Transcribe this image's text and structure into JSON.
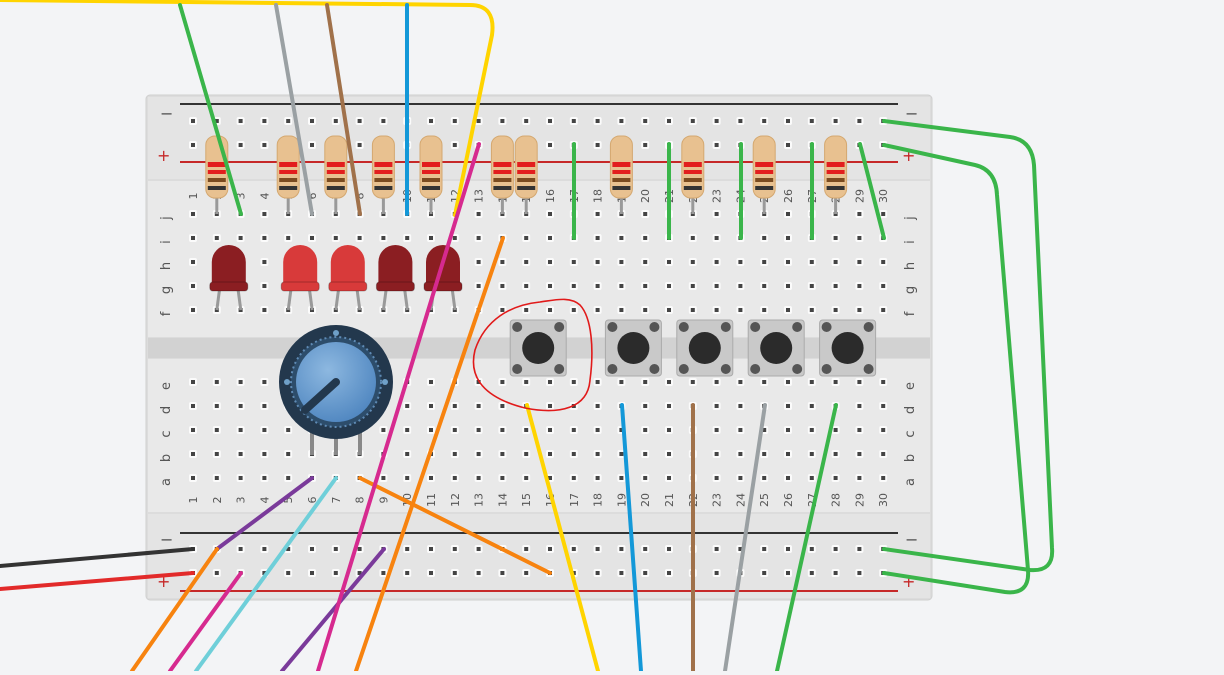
{
  "breadboard": {
    "rail_minus": "−",
    "rail_plus": "+",
    "row_labels_top": [
      "j",
      "i",
      "h",
      "g",
      "f"
    ],
    "row_labels_bottom": [
      "e",
      "d",
      "c",
      "b",
      "a"
    ],
    "column_numbers": [
      "1",
      "2",
      "3",
      "4",
      "5",
      "6",
      "7",
      "8",
      "9",
      "10",
      "11",
      "12",
      "13",
      "14",
      "15",
      "16",
      "17",
      "18",
      "19",
      "20",
      "21",
      "22",
      "23",
      "24",
      "25",
      "26",
      "27",
      "28",
      "29",
      "30"
    ]
  },
  "components": {
    "resistors": [
      2,
      5,
      7,
      9,
      11,
      14,
      15,
      19,
      22,
      25,
      28
    ],
    "leds": [
      {
        "col": 2,
        "color": "#8b1e22"
      },
      {
        "col": 5,
        "color": "#d83a3a"
      },
      {
        "col": 7,
        "color": "#d83a3a"
      },
      {
        "col": 9,
        "color": "#8b1e22"
      },
      {
        "col": 11,
        "color": "#8b1e22"
      }
    ],
    "buttons": [
      15,
      19,
      22,
      25,
      28
    ],
    "potentiometer_col": 7
  },
  "wire_colors": {
    "green": "#3ab54a",
    "gray": "#9aa0a3",
    "brown": "#a0714a",
    "blue": "#1398d8",
    "yellow": "#ffd400",
    "magenta": "#d62a8f",
    "orange": "#f7830f",
    "purple": "#7a3a9a",
    "cyan": "#6fcfd9",
    "black": "#333333",
    "red": "#e22a2a"
  }
}
